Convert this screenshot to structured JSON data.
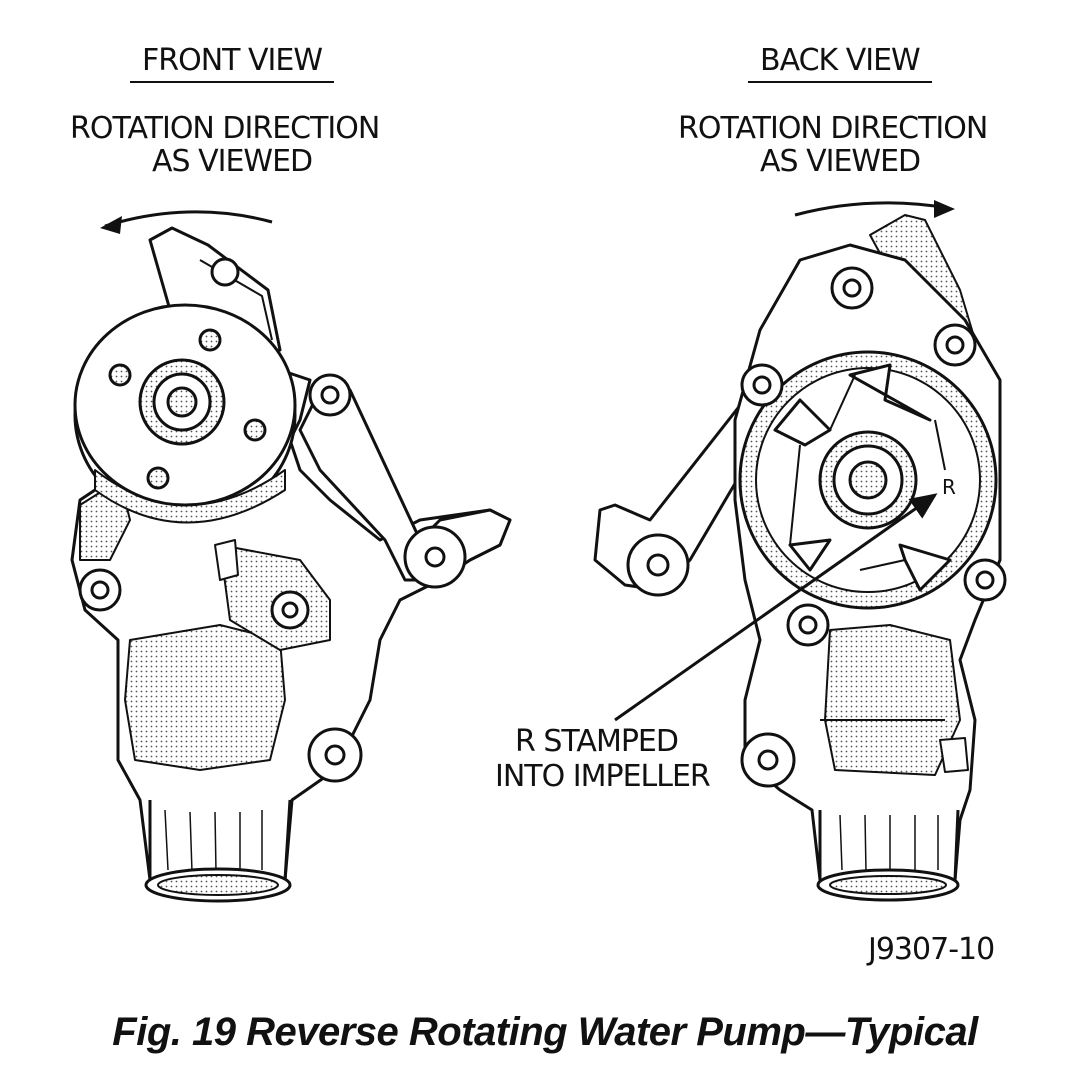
{
  "front": {
    "title": "FRONT VIEW",
    "rotation_line1": "ROTATION DIRECTION",
    "rotation_line2": "AS VIEWED"
  },
  "back": {
    "title": "BACK VIEW",
    "rotation_line1": "ROTATION DIRECTION",
    "rotation_line2": "AS VIEWED",
    "stamp_letter": "R"
  },
  "callout": {
    "line1": "R STAMPED",
    "line2": "INTO IMPELLER"
  },
  "figure_id": "J9307-10",
  "caption": "Fig. 19 Reverse Rotating Water Pump—Typical"
}
